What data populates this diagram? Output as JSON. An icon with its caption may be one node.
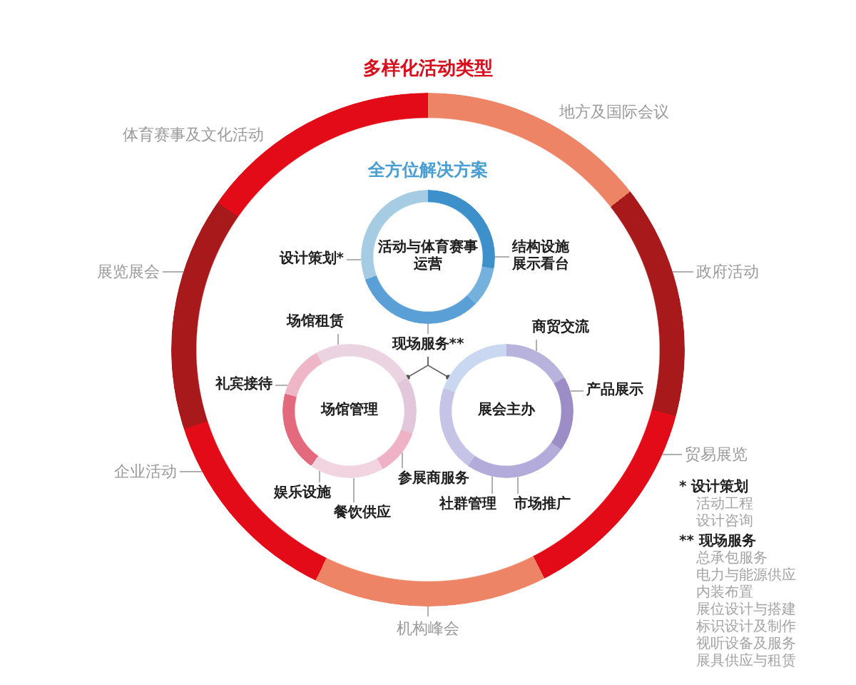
{
  "diagram": {
    "nodes": [
      {
        "text": [
          "多样化活动类型"
        ]
      },
      {
        "text": [
          "展览展会"
        ]
      },
      {
        "text": [
          "政府活动"
        ]
      },
      {
        "text": [
          "企业活动"
        ]
      },
      {
        "text": [
          "贸易展览"
        ]
      },
      {
        "text": [
          "机构峰会"
        ]
      },
      {
        "text": [
          "活动与体育赛事运营"
        ],
        "in": 0
      },
      {
        "text": [
          "场馆管理"
        ],
        "in": 0
      },
      {
        "text": [
          "展会主办"
        ],
        "in": 0
      },
      {
        "text": [
          "设计策划*"
        ],
        "in": 0
      },
      {
        "text": [
          "结构设施",
          "展示看台"
        ],
        "in": 0
      },
      {
        "text": [
          "场馆租赁"
        ],
        "in": 0
      },
      {
        "text": [
          "商贸交流"
        ],
        "in": 0
      },
      {
        "text": [
          "现场服务**"
        ],
        "in": 0
      },
      {
        "text": [
          "礼宾接待"
        ],
        "in": 0
      },
      {
        "text": [
          "产品展示"
        ],
        "in": 0
      },
      {
        "text": [
          "参展商服务"
        ],
        "in": 0
      },
      {
        "text": [
          "娱乐设施"
        ],
        "in": 0
      },
      {
        "text": [
          "社群管理"
        ],
        "in": 0
      },
      {
        "text": [
          "市场推广"
        ],
        "in": 0
      },
      {
        "text": [
          "餐饮供应"
        ],
        "in": 0
      }
    ],
    "edges": [
      {
        "from": 1,
        "to": 0,
        "arrow": "none"
      },
      {
        "from": 2,
        "to": 0,
        "arrow": "none"
      },
      {
        "from": 3,
        "to": 0,
        "arrow": "none"
      },
      {
        "from": 4,
        "to": 0,
        "arrow": "none"
      },
      {
        "from": 5,
        "to": 0,
        "arrow": "none"
      },
      {
        "from": 9,
        "to": 6,
        "arrow": "none"
      },
      {
        "from": 10,
        "to": 6,
        "arrow": "none"
      },
      {
        "from": 13,
        "to": 6,
        "arrow": "none"
      },
      {
        "from": 13,
        "to": 7,
        "arrow": "other"
      },
      {
        "from": 13,
        "to": 8,
        "arrow": "other"
      },
      {
        "from": 11,
        "to": 7,
        "arrow": "none"
      },
      {
        "from": 14,
        "to": 7,
        "arrow": "none"
      },
      {
        "from": 17,
        "to": 7,
        "arrow": "none"
      },
      {
        "from": 20,
        "to": 7,
        "arrow": "none"
      },
      {
        "from": 16,
        "to": 7,
        "arrow": "none"
      },
      {
        "from": 12,
        "to": 8,
        "arrow": "none"
      },
      {
        "from": 15,
        "to": 8,
        "arrow": "none"
      },
      {
        "from": 18,
        "to": 8,
        "arrow": "none"
      },
      {
        "from": 19,
        "to": 8,
        "arrow": "none"
      }
    ],
    "labels": [
      "体育赛事及文化活动",
      "地方及国际会议",
      "全方位解决方案",
      "* 设计策划",
      "活动工程",
      "设计咨询",
      "** 现场服务",
      "总承包服务",
      "电力与能源供应",
      "内装布置",
      "展位设计与搭建",
      "标识设计及制作",
      "视听设备及服务",
      "展具供应与租赁"
    ]
  }
}
